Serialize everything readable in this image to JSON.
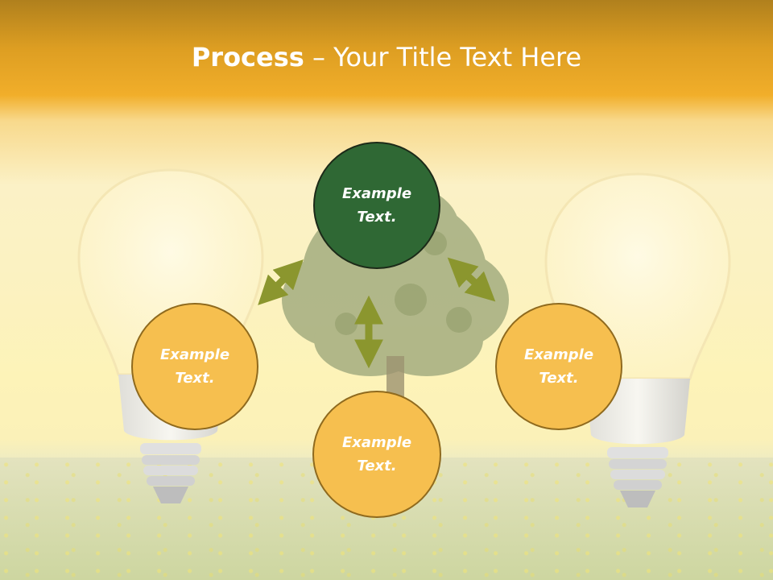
{
  "slide": {
    "title_bold": "Process",
    "title_rest": " – Your Title Text Here",
    "colors": {
      "header": "#f1ae2a",
      "circle_orange": "#f6bf4f",
      "circle_green": "#2f6834",
      "arrow": "#8b962e"
    }
  },
  "circles": [
    {
      "id": "top",
      "line1": "Example",
      "line2": "Text."
    },
    {
      "id": "left",
      "line1": "Example",
      "line2": "Text."
    },
    {
      "id": "right",
      "line1": "Example",
      "line2": "Text."
    },
    {
      "id": "bottom",
      "line1": "Example",
      "line2": "Text."
    }
  ]
}
